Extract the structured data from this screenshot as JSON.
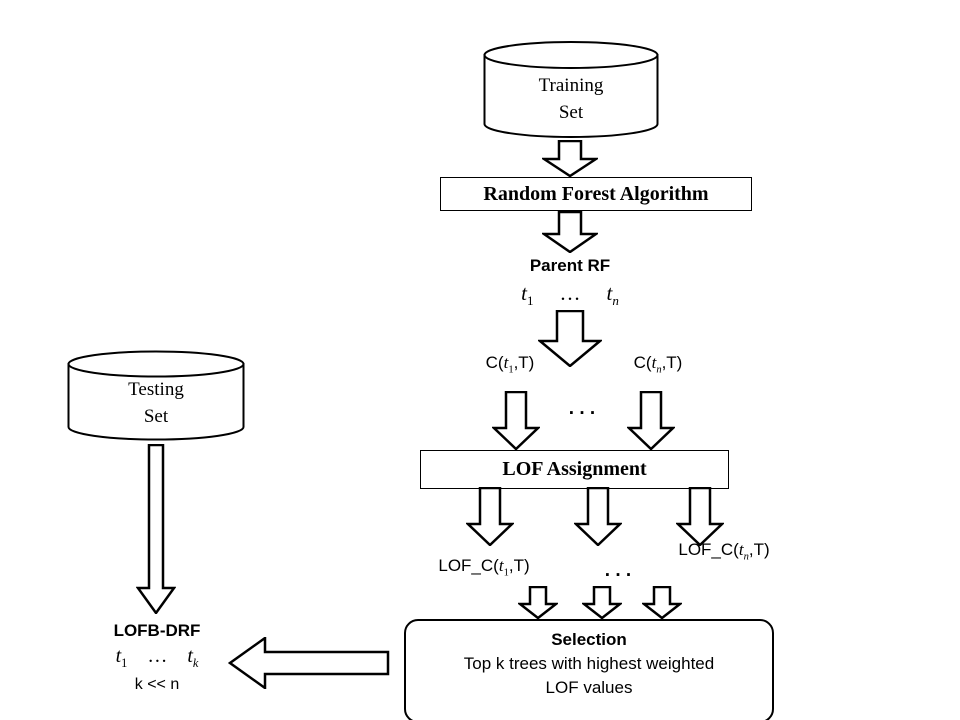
{
  "colors": {
    "ink": "#000000",
    "paper": "#ffffff"
  },
  "cylinders": {
    "training": {
      "line1": "Training",
      "line2": "Set"
    },
    "testing": {
      "line1": "Testing",
      "line2": "Set"
    }
  },
  "boxes": {
    "random_forest": {
      "label": "Random Forest Algorithm"
    },
    "lof_assignment": {
      "label": "LOF Assignment"
    },
    "selection": {
      "title": "Selection",
      "line1": "Top k trees with highest weighted",
      "line2": "LOF values"
    }
  },
  "labels": {
    "parent_rf": "Parent RF",
    "parent_trees": {
      "var": "t",
      "sub1": "1",
      "dots": "…",
      "subn": "n"
    },
    "c_t1": {
      "pre": "C(",
      "var": "t",
      "sub": "1",
      "post": ",T)"
    },
    "c_tn": {
      "pre": "C(",
      "var": "t",
      "sub": "n",
      "post": ",T)"
    },
    "dots_between_arrows": ". . .",
    "lof_c_t1": {
      "pre": "LOF_C(",
      "var": "t",
      "sub": "1",
      "post": ",T)"
    },
    "lof_c_tn": {
      "pre": "LOF_C(",
      "var": "t",
      "sub": "n",
      "post": ",T)"
    },
    "dots_between_lof": ". . .",
    "lofb_drf": "LOFB-DRF",
    "result_trees": {
      "var": "t",
      "sub1": "1",
      "dots": "…",
      "subk": "k"
    },
    "k_note": "k << n"
  }
}
